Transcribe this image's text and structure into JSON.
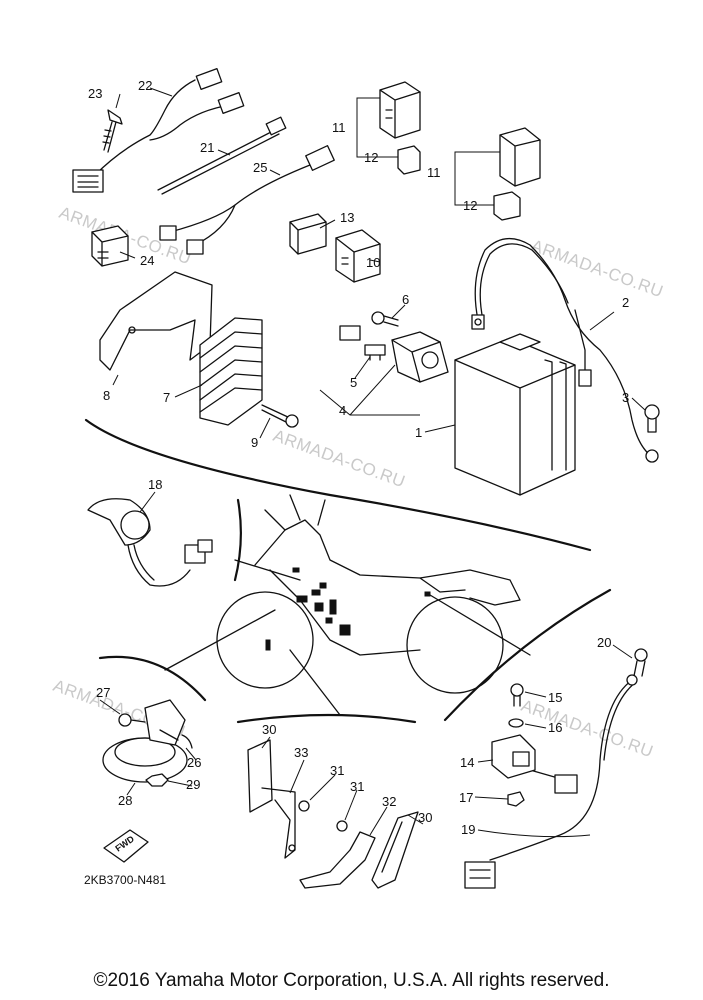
{
  "callouts": {
    "n1": "1",
    "n2": "2",
    "n3": "3",
    "n4": "4",
    "n5": "5",
    "n6": "6",
    "n7": "7",
    "n8": "8",
    "n9": "9",
    "n10": "10",
    "n11a": "11",
    "n11b": "11",
    "n12a": "12",
    "n12b": "12",
    "n13": "13",
    "n14": "14",
    "n15": "15",
    "n16": "16",
    "n17": "17",
    "n18": "18",
    "n19": "19",
    "n20": "20",
    "n21": "21",
    "n22": "22",
    "n23": "23",
    "n24": "24",
    "n25": "25",
    "n26": "26",
    "n27": "27",
    "n28": "28",
    "n29": "29",
    "n30a": "30",
    "n30b": "30",
    "n31a": "31",
    "n31b": "31",
    "n32": "32",
    "n33": "33"
  },
  "watermark": "ARMADA-CO.RU",
  "fwd_label": "FWD",
  "diagram_code": "2KB3700-N481",
  "copyright": "©2016 Yamaha Motor Corporation, U.S.A. All rights reserved."
}
